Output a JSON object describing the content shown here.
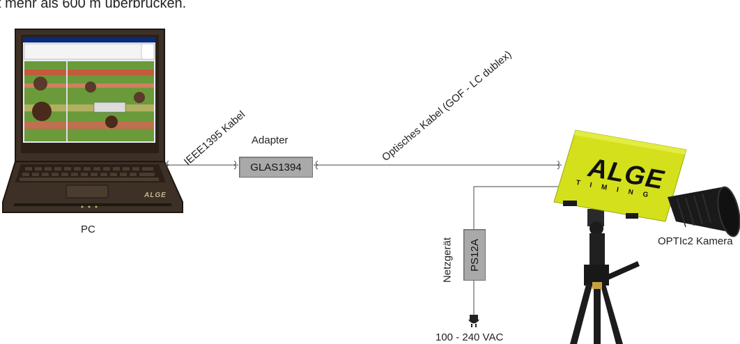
{
  "header_text": "t mehr als 600 m überbrücken.",
  "devices": {
    "pc_label": "PC",
    "laptop_brand": "ALGE",
    "camera_label": "OPTIc2 Kamera",
    "camera_brand": "ALGE",
    "camera_brand_sub": "TIMING"
  },
  "cables": {
    "ieee_label": "IEEE1395 Kabel",
    "optical_label": "Optisches Kabel (GOF - LC dublex)"
  },
  "adapter": {
    "title": "Adapter",
    "name": "GLAS1394"
  },
  "power": {
    "title": "Netzgerät",
    "name": "PS12A",
    "voltage": "100 - 240 VAC"
  },
  "colors": {
    "camera_body": "#d4e01c",
    "box_gray": "#a9a9a9",
    "laptop_dark": "#3a2e22"
  }
}
